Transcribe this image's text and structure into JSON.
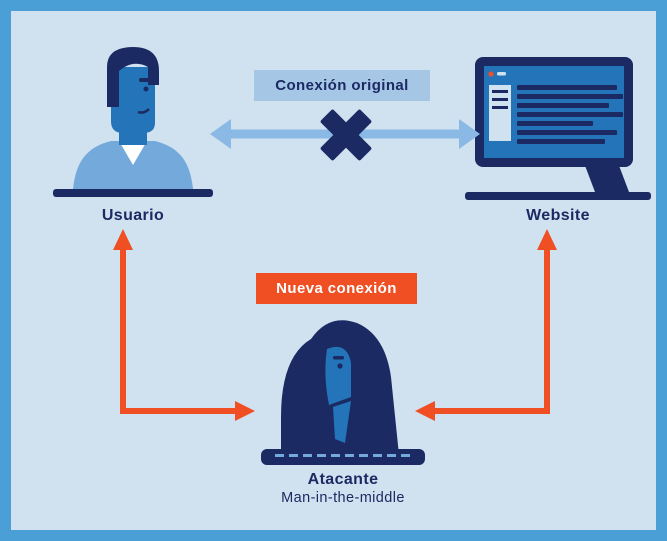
{
  "diagram": {
    "connection_labels": {
      "original": "Conexión original",
      "new": "Nueva conexión"
    },
    "nodes": {
      "user": {
        "label": "Usuario"
      },
      "website": {
        "label": "Website"
      },
      "attacker": {
        "label": "Atacante",
        "sublabel": "Man-in-the-middle"
      }
    },
    "colors": {
      "frame_border": "#4b9fd7",
      "background": "#d0e2ef",
      "dark_navy": "#1b2a63",
      "medium_blue": "#2474ba",
      "light_blue": "#74a9dc",
      "arrow_blue": "#8ab9e6",
      "label_box_blue": "#a6c6e6",
      "orange": "#f04e23",
      "white": "#ffffff"
    }
  }
}
